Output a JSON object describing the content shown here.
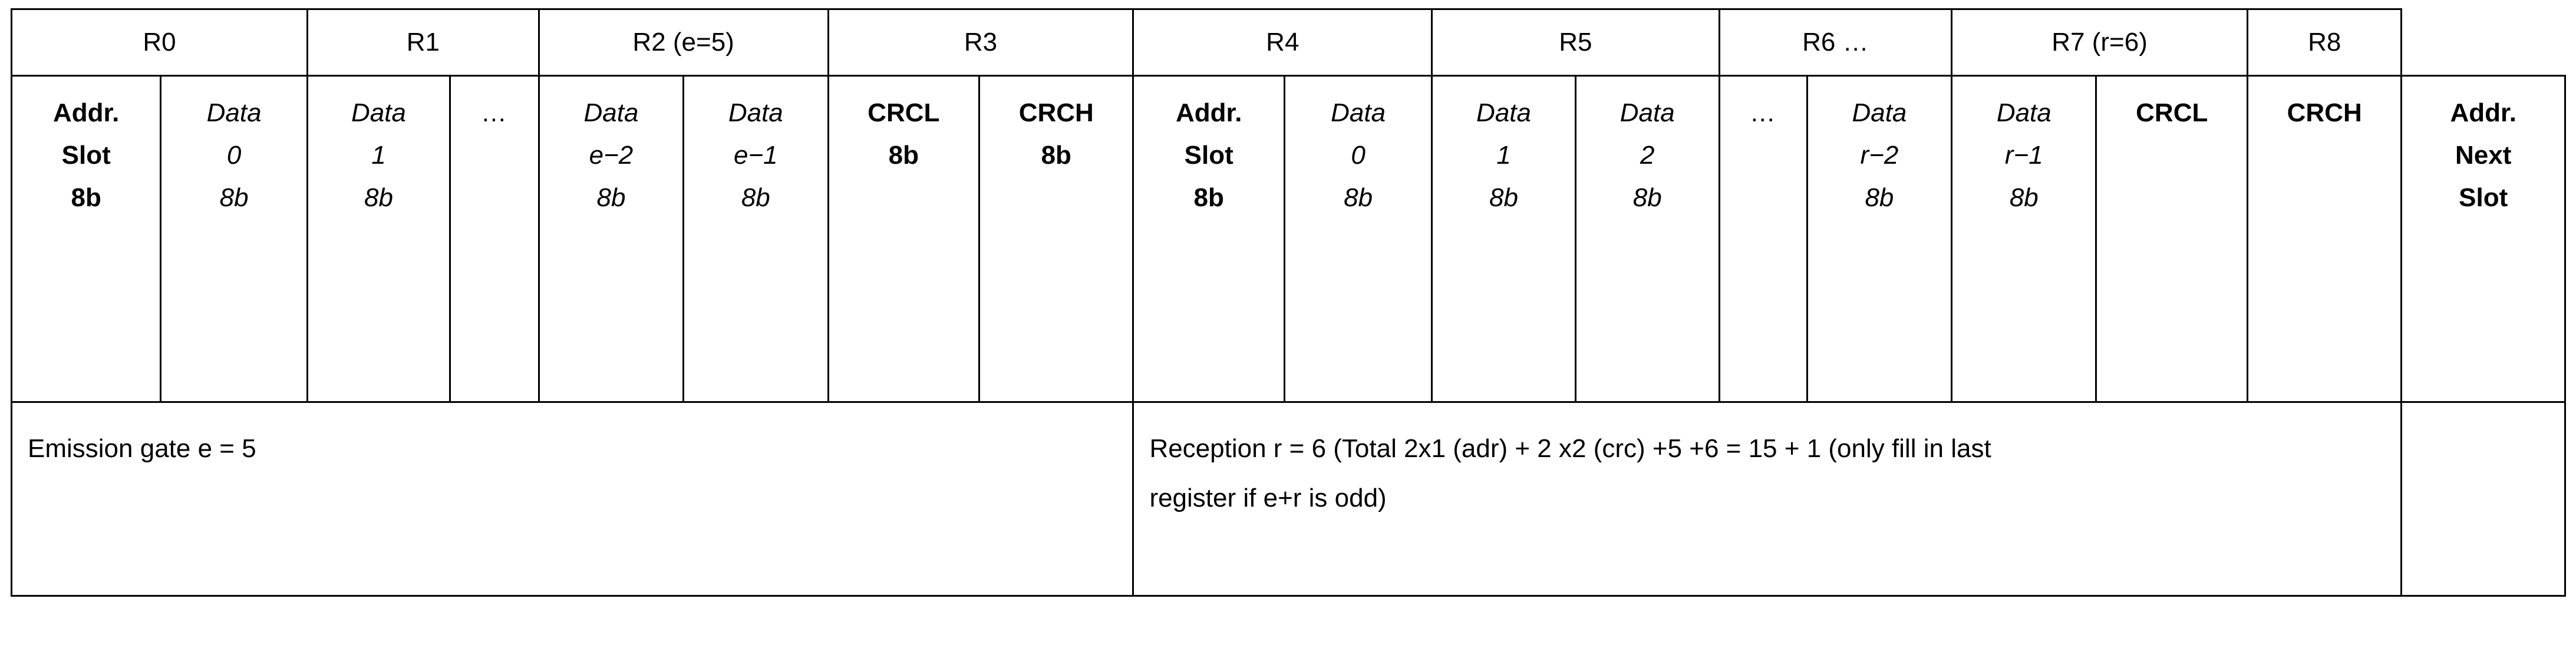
{
  "diagram": {
    "title_semantic": "register-frame-layout",
    "registers": [
      {
        "label": "R0",
        "span": 2,
        "ellipsis": false
      },
      {
        "label": "R1",
        "span": 2,
        "ellipsis": true
      },
      {
        "label": "R2 (e=5)",
        "span": 2,
        "ellipsis": false
      },
      {
        "label": "R3",
        "span": 2,
        "ellipsis": false
      },
      {
        "label": "R4",
        "span": 2,
        "ellipsis": false
      },
      {
        "label": "R5",
        "span": 2,
        "ellipsis": false
      },
      {
        "label": "R6 …",
        "span": 2,
        "ellipsis": false
      },
      {
        "label": "R7 (r=6)",
        "span": 2,
        "ellipsis": false
      },
      {
        "label": "R8",
        "span": 1,
        "ellipsis": false
      }
    ],
    "fields": [
      {
        "lines": [
          "Addr.",
          "Slot",
          "8b"
        ],
        "style": "bold",
        "width": 158
      },
      {
        "lines": [
          "Data",
          "0",
          "8b"
        ],
        "style": "italic",
        "width": 155
      },
      {
        "lines": [
          "Data",
          "1",
          "8b"
        ],
        "style": "italic",
        "width": 151
      },
      {
        "lines": [
          "…"
        ],
        "style": "plain",
        "width": 94
      },
      {
        "lines": [
          "Data",
          "e−2",
          "8b"
        ],
        "style": "italic",
        "width": 153
      },
      {
        "lines": [
          "Data",
          "e−1",
          "8b"
        ],
        "style": "italic",
        "width": 153
      },
      {
        "lines": [
          "CRCL",
          "8b"
        ],
        "style": "bold",
        "width": 160
      },
      {
        "lines": [
          "CRCH",
          "8b"
        ],
        "style": "bold",
        "width": 163
      },
      {
        "lines": [
          "Addr.",
          "Slot",
          "8b"
        ],
        "style": "bold",
        "width": 160
      },
      {
        "lines": [
          "Data",
          "0",
          "8b"
        ],
        "style": "italic",
        "width": 156
      },
      {
        "lines": [
          "Data",
          "1",
          "8b"
        ],
        "style": "italic",
        "width": 152
      },
      {
        "lines": [
          "Data",
          "2",
          "8b"
        ],
        "style": "italic",
        "width": 152
      },
      {
        "lines": [
          "…"
        ],
        "style": "plain",
        "width": 93
      },
      {
        "lines": [
          "Data",
          "r−2",
          "8b"
        ],
        "style": "italic",
        "width": 153
      },
      {
        "lines": [
          "Data",
          "r−1",
          "8b"
        ],
        "style": "italic",
        "width": 153
      },
      {
        "lines": [
          "CRCL"
        ],
        "style": "bold",
        "width": 160
      },
      {
        "lines": [
          "CRCH"
        ],
        "style": "bold",
        "width": 163
      },
      {
        "lines": [
          "Addr.",
          "Next",
          "Slot"
        ],
        "style": "bold",
        "width": 173
      }
    ],
    "notes": {
      "emission": {
        "lines": [
          "Emission gate e = 5"
        ]
      },
      "reception": {
        "lines": [
          "Reception r = 6 (Total 2x1 (adr) + 2 x2 (crc) +5 +6 = 15 + 1 (only fill in last",
          "register if e+r is odd)"
        ]
      },
      "trailing": {
        "lines": []
      }
    }
  }
}
